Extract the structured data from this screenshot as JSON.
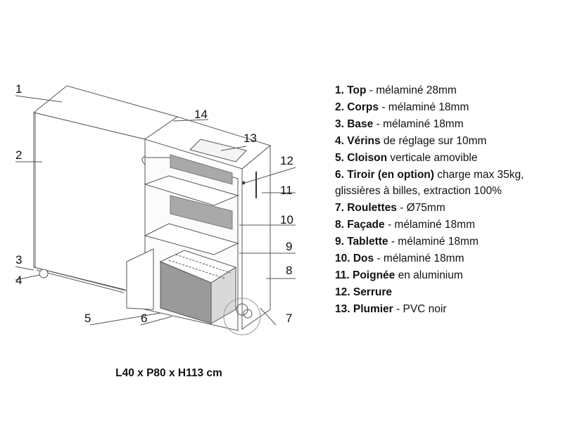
{
  "legend": [
    {
      "num": "1.",
      "name": "Top",
      "desc": " - mélaminé 28mm"
    },
    {
      "num": "2.",
      "name": "Corps",
      "desc": " - mélaminé 18mm"
    },
    {
      "num": "3.",
      "name": "Base",
      "desc": " - mélaminé 18mm"
    },
    {
      "num": "4.",
      "name": "Vérins",
      "desc": " de réglage sur 10mm"
    },
    {
      "num": "5.",
      "name": "Cloison",
      "desc": " verticale amovible"
    },
    {
      "num": "6.",
      "name": "Tiroir (en option)",
      "desc": " charge max 35kg, glissières à billes, extraction 100%"
    },
    {
      "num": "7.",
      "name": "Roulettes",
      "desc": " - Ø75mm"
    },
    {
      "num": "8.",
      "name": "Façade",
      "desc": " - mélaminé 18mm"
    },
    {
      "num": "9.",
      "name": "Tablette",
      "desc": " - mélaminé 18mm"
    },
    {
      "num": "10.",
      "name": "Dos",
      "desc": " - mélaminé 18mm"
    },
    {
      "num": "11.",
      "name": "Poignée",
      "desc": " en aluminium"
    },
    {
      "num": "12.",
      "name": "Serrure",
      "desc": ""
    },
    {
      "num": "13.",
      "name": "Plumier",
      "desc": " - PVC noir"
    }
  ],
  "callouts": {
    "c1": "1",
    "c2": "2",
    "c3": "3",
    "c4": "4",
    "c5": "5",
    "c6": "6",
    "c7": "7",
    "c8": "8",
    "c9": "9",
    "c10": "10",
    "c11": "11",
    "c12": "12",
    "c13": "13",
    "c14": "14"
  },
  "dimensions": "L40 x P80 x H113 cm"
}
